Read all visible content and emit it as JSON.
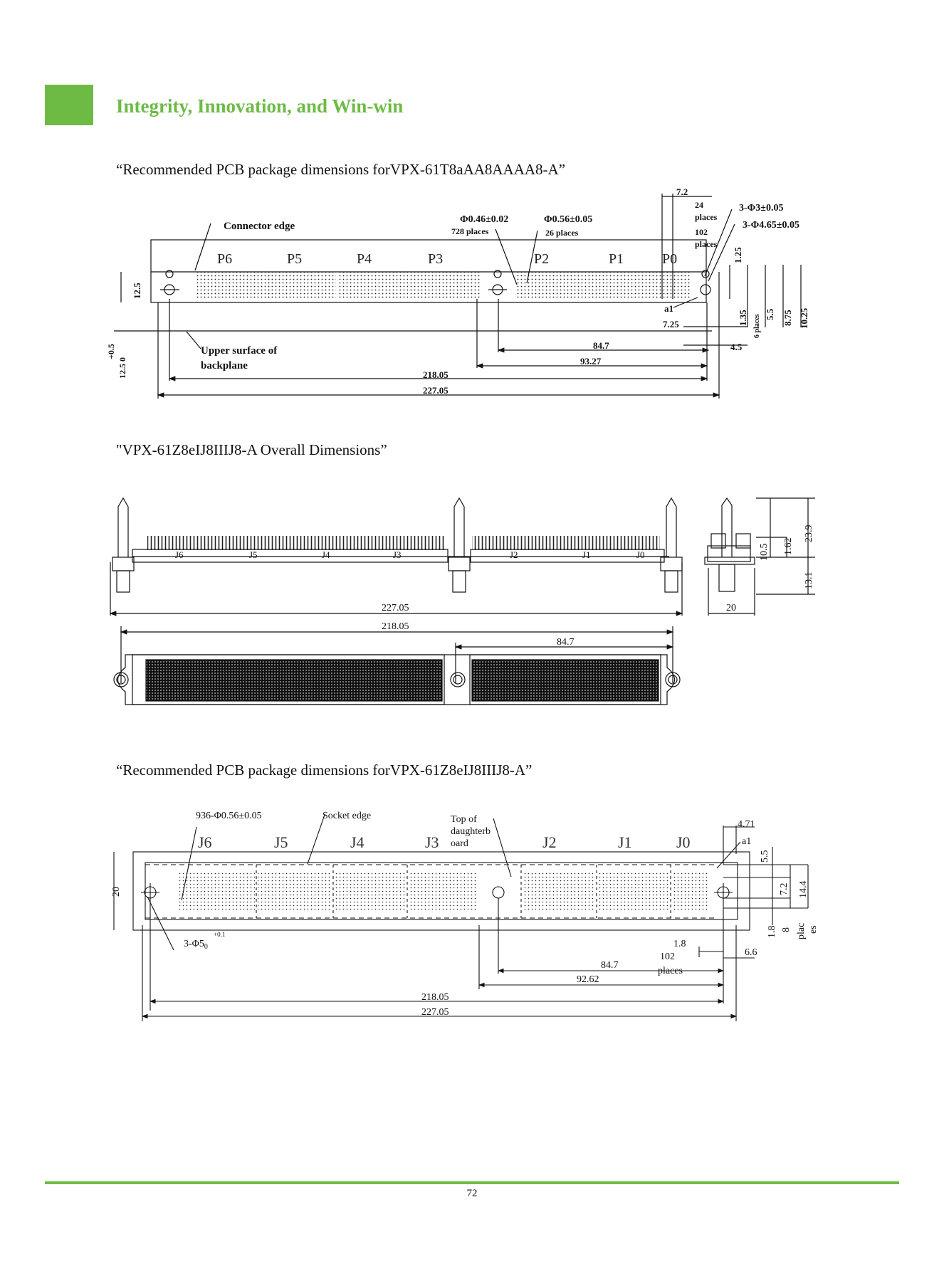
{
  "header": {
    "title": "Integrity, Innovation, and Win-win",
    "accent_color": "#6dbb45",
    "title_color": "#6dbb45"
  },
  "section1": {
    "caption": "“Recommended PCB package dimensions forVPX-61T8aAA8AAAA8-A”",
    "connector_edge": "Connector edge",
    "upper_surface_line1": "Upper surface of",
    "upper_surface_line2": "backplane",
    "ports": [
      "P6",
      "P5",
      "P4",
      "P3",
      "P2",
      "P1",
      "P0"
    ],
    "hole1_dim": "Φ0.46±0.02",
    "hole1_count": "728 places",
    "hole2_dim": "Φ0.56±0.05",
    "hole2_count": "26 places",
    "dim_7_2": "7.2",
    "places_24": "24",
    "places_word_a": "places",
    "places_102": "102",
    "places_word_b": "places",
    "mount_a": "3-Φ3±0.05",
    "mount_b": "3-Φ4.65±0.05",
    "dim_1_25": "1.25",
    "dim_1_35": "1.35",
    "places_6": "6 places",
    "dim_5_5": "5.5",
    "dim_8_75": "8.75",
    "dim_10_25": "10.25",
    "a1": "a1",
    "dim_7_25": "7.25",
    "dim_4_5": "4.5",
    "dim_12_5": "12.5",
    "dim_tol_plus": "+0.5",
    "dim_tol_base": "12.5 0",
    "dim_84_7": "84.7",
    "dim_93_27": "93.27",
    "dim_218_05": "218.05",
    "dim_227_05": "227.05"
  },
  "section2": {
    "caption": "\"VPX-61Z8eIJ8IIIJ8-A Overall Dimensions”",
    "ports": [
      "J6",
      "J5",
      "J4",
      "J3",
      "J2",
      "J1",
      "J0"
    ],
    "dim_227_05": "227.05",
    "dim_218_05": "218.05",
    "dim_84_7": "84.7",
    "dim_20": "20",
    "dim_10_5": "10.5",
    "dim_1_62": "1.62",
    "dim_23_9": "23.9",
    "dim_13_1": "13.1"
  },
  "section3": {
    "caption": "“Recommended PCB package dimensions forVPX-61Z8eIJ8IIIJ8-A”",
    "holes": "936-Φ0.56±0.05",
    "socket_edge": "Socket edge",
    "top_of_line1": "Top of",
    "top_of_line2": "daughterb",
    "top_of_line3": "oard",
    "ports": [
      "J6",
      "J5",
      "J4",
      "J3",
      "J2",
      "J1",
      "J0"
    ],
    "dim_4_71": "4.71",
    "a1": "a1",
    "dim_5_5": "5.5",
    "dim_7_2": "7.2",
    "dim_14_4": "14.4",
    "dim_20": "20",
    "mount": "3-Φ5",
    "mount_sub": "0",
    "mount_sup": "+0.1",
    "dim_1_8a": "1.8",
    "dim_1_8b": "1.8",
    "places_102": "102",
    "places_word": "places",
    "dim_8": "8",
    "plac": "plac",
    "es": "es",
    "dim_6_6": "6.6",
    "dim_84_7": "84.7",
    "dim_92_62": "92.62",
    "dim_218_05": "218.05",
    "dim_227_05": "227.05"
  },
  "footer": {
    "page_number": "72",
    "rule_color": "#6dbb45"
  }
}
